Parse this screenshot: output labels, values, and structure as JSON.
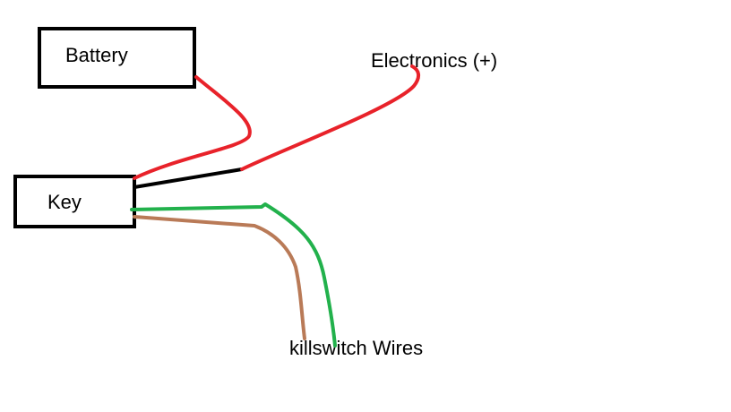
{
  "labels": {
    "battery": "Battery",
    "key": "Key",
    "electronics": "Electronics (+)",
    "killswitch": "killswitch Wires"
  },
  "wire_colors": {
    "battery_to_key": "#e8222a",
    "key_to_splice_black": "#000000",
    "splice_to_electronics": "#e8222a",
    "killswitch_green": "#22b14c",
    "killswitch_brown": "#b97a57"
  }
}
